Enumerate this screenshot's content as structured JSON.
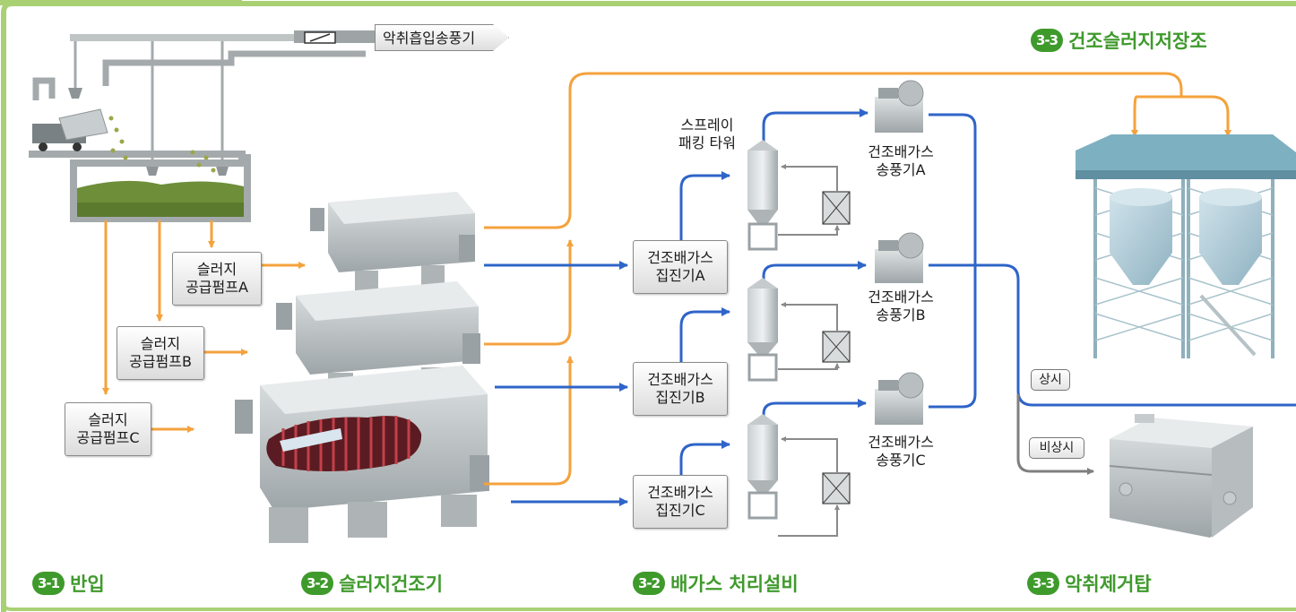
{
  "header": {
    "blower_label": "악취흡입송풍기"
  },
  "sections": [
    {
      "badge": "3-1",
      "title": "반입"
    },
    {
      "badge": "3-2",
      "title": "슬러지건조기"
    },
    {
      "badge": "3-2",
      "title": "배가스 처리설비"
    },
    {
      "badge": "3-3",
      "title": "악취제거탑"
    },
    {
      "badge": "3-3",
      "title": "건조슬러지저장조"
    }
  ],
  "pumps": [
    {
      "line1": "슬러지",
      "line2": "공급펌프A"
    },
    {
      "line1": "슬러지",
      "line2": "공급펌프B"
    },
    {
      "line1": "슬러지",
      "line2": "공급펌프C"
    }
  ],
  "collectors": [
    {
      "line1": "건조배가스",
      "line2": "집진기A"
    },
    {
      "line1": "건조배가스",
      "line2": "집진기B"
    },
    {
      "line1": "건조배가스",
      "line2": "집진기C"
    }
  ],
  "blowers": [
    {
      "line1": "건조배가스",
      "line2": "송풍기A"
    },
    {
      "line1": "건조배가스",
      "line2": "송풍기B"
    },
    {
      "line1": "건조배가스",
      "line2": "송풍기C"
    }
  ],
  "tower": {
    "line1": "스프레이",
    "line2": "패킹 타워"
  },
  "modes": {
    "normal": "상시",
    "emergency": "비상시"
  },
  "colors": {
    "frame": "#a9d174",
    "orange_flow": "#f4a23d",
    "blue_flow": "#2f64c8",
    "gray_flow": "#7f7f7f",
    "section_green": "#3f9a2c"
  }
}
